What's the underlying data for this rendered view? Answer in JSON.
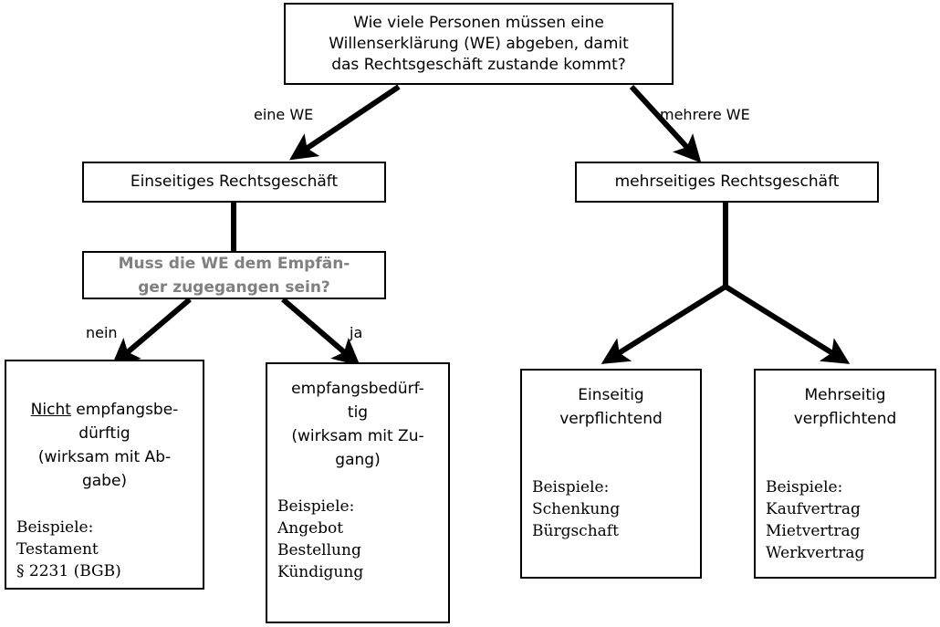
{
  "diagram": {
    "title": "Rechtsgeschäft – Willenserklärung Entscheidungsbaum",
    "colors": {
      "line": "#000000",
      "box_border": "#000000",
      "background": "#ffffff",
      "decision_text": "#808080"
    },
    "nodes": {
      "root_question": "Wie viele Personen müssen eine\nWillenserklärung (WE) abgeben, damit\ndas Rechtsgeschäft zustande kommt?",
      "einseitiges": "Einseitiges Rechtsgeschäft",
      "mehrseitiges": "mehrseitiges Rechtsgeschäft",
      "decision_zugang": "Muss die WE dem Empfän-\nger zugegangen sein?",
      "nicht_empfangsbeduerftig": {
        "head_prefix": "Nicht",
        "head_rest": " empfangsbe-\ndürftig\n(wirksam mit Ab-\ngabe)",
        "examples": "Beispiele:\nTestament\n§ 2231 (BGB)"
      },
      "empfangsbeduerftig": {
        "head": "empfangsbedürf-\ntig\n(wirksam mit Zu-\ngang)",
        "examples": "Beispiele:\nAngebot\nBestellung\nKündigung"
      },
      "einseitig_verpflichtend": {
        "head": "Einseitig\nverpflichtend",
        "examples": "Beispiele:\nSchenkung\nBürgschaft"
      },
      "mehrseitig_verpflichtend": {
        "head": "Mehrseitig\nverpflichtend",
        "examples": "Beispiele:\nKaufvertrag\nMietvertrag\nWerkvertrag"
      }
    },
    "edge_labels": {
      "eine_we": "eine WE",
      "mehrere_we": "mehrere WE",
      "nein": "nein",
      "ja": "ja"
    }
  }
}
